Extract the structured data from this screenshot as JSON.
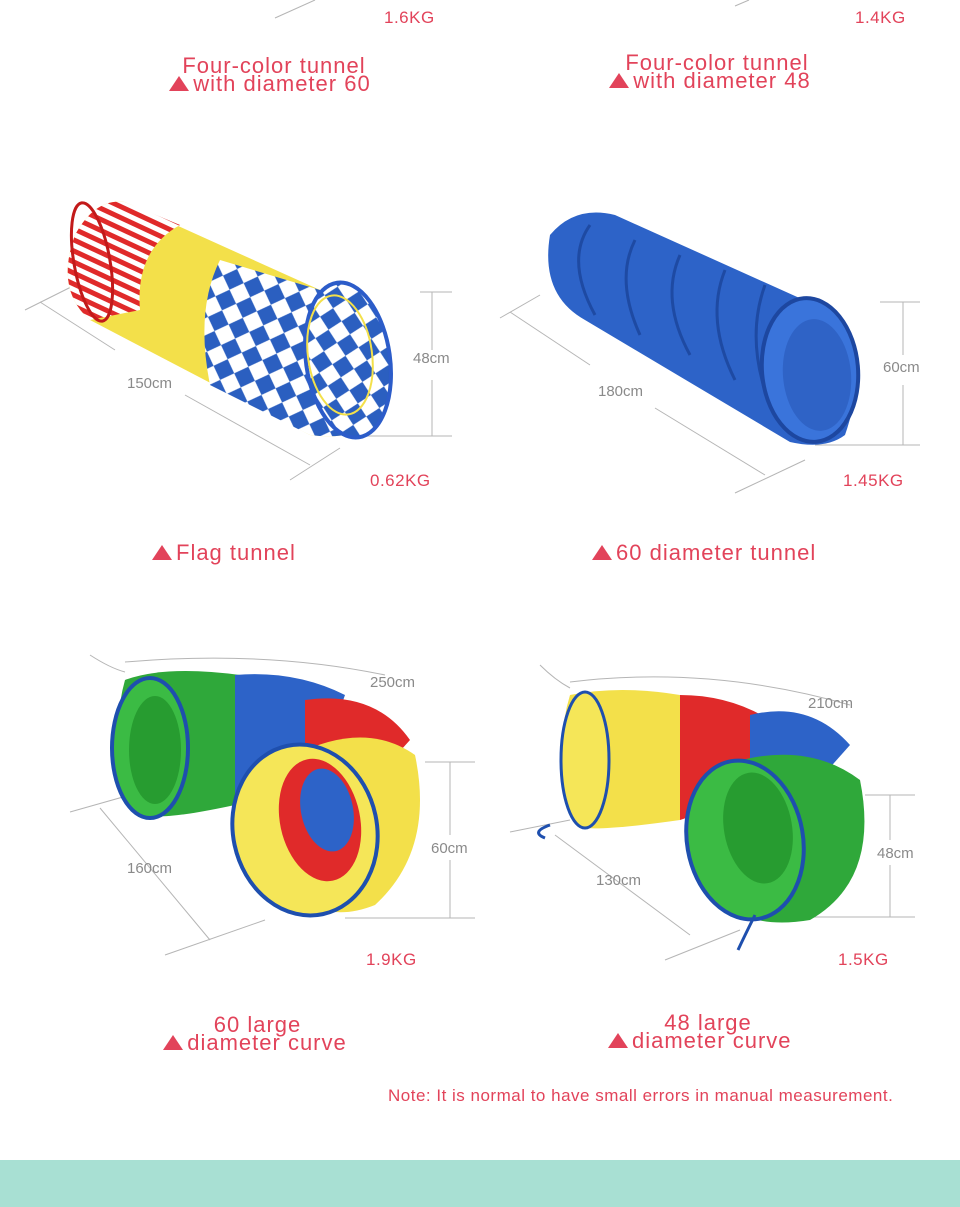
{
  "top": {
    "weight_left": "1.6KG",
    "weight_right": "1.4KG",
    "caption_left_line1": "Four-color tunnel",
    "caption_left_line2": "with diameter 60",
    "caption_right_line1": "Four-color tunnel",
    "caption_right_line2": "with diameter 48"
  },
  "middle": {
    "left": {
      "length": "150cm",
      "diameter": "48cm",
      "weight": "0.62KG",
      "caption": "Flag tunnel"
    },
    "right": {
      "length": "180cm",
      "diameter": "60cm",
      "weight": "1.45KG",
      "caption": "60 diameter tunnel"
    }
  },
  "bottom": {
    "left": {
      "arc": "250cm",
      "length": "160cm",
      "diameter": "60cm",
      "weight": "1.9KG",
      "caption_line1": "60 large",
      "caption_line2": "diameter curve"
    },
    "right": {
      "arc": "210cm",
      "length": "130cm",
      "diameter": "48cm",
      "weight": "1.5KG",
      "caption_line1": "48 large",
      "caption_line2": "diameter curve"
    }
  },
  "note": "Note: It is normal to have small errors in manual measurement.",
  "colors": {
    "accent": "#e2435a",
    "footer": "#a8e0d3",
    "blue": "#2d63c8",
    "red": "#e02a2a",
    "yellow": "#f3e04a",
    "green": "#2fa83a"
  }
}
